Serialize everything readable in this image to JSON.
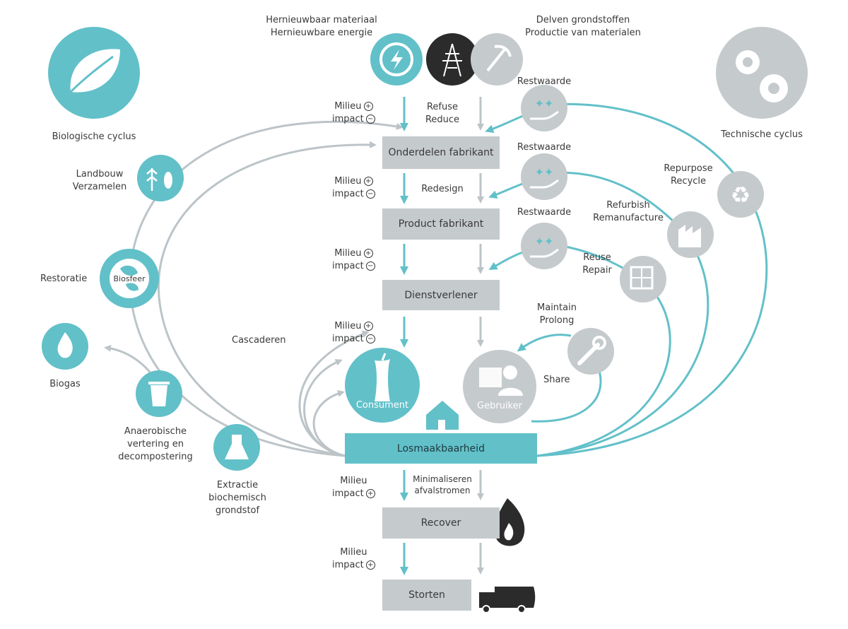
{
  "top": {
    "renewable": [
      "Hernieuwbaar materiaal",
      "Hernieuwbare energie"
    ],
    "extraction": [
      "Delven grondstoffen",
      "Productie van materialen"
    ]
  },
  "cycles": {
    "biological": "Biologische cyclus",
    "technical": "Technische cyclus"
  },
  "chain": {
    "onderdelen": "Onderdelen fabrikant",
    "product": "Product fabrikant",
    "dienst": "Dienstverlener",
    "losmaak": "Losmaakbaarheid",
    "recover": "Recover",
    "storten": "Storten"
  },
  "milieu": [
    "Milieu",
    "impact"
  ],
  "signs": {
    "plus": "+",
    "minus": "−"
  },
  "strategies": {
    "refuse": [
      "Refuse",
      "Reduce"
    ],
    "redesign": "Redesign",
    "minimaliseren": [
      "Minimaliseren",
      "afvalstromen"
    ]
  },
  "technical": {
    "restwaarde": "Restwaarde",
    "repurpose": [
      "Repurpose",
      "Recycle"
    ],
    "refurbish": [
      "Refurbish",
      "Remanufacture"
    ],
    "reuse": [
      "Reuse",
      "Repair"
    ],
    "maintain": [
      "Maintain",
      "Prolong"
    ],
    "share": "Share",
    "gebruiker": "Gebruiker"
  },
  "biological": {
    "landbouw": [
      "Landbouw",
      "Verzamelen"
    ],
    "restoratie": "Restoratie",
    "biosfeer": "Biosfeer",
    "biogas": "Biogas",
    "anaerobisch": [
      "Anaerobische",
      "vertering en",
      "decompostering"
    ],
    "extractie": [
      "Extractie",
      "biochemisch",
      "grondstof"
    ],
    "cascaderen": "Cascaderen",
    "consument": "Consument"
  },
  "colors": {
    "teal": "#62c0c9",
    "grey": "#c5cacd",
    "darkgrey": "#2b2b2b",
    "line_grey": "#bcc4c8"
  },
  "icons": {
    "leaf": "leaf-icon",
    "gears": "gears-icon",
    "renewable": "renewable-energy-icon",
    "pylon": "power-pylon-icon",
    "pickaxe": "pickaxe-icon",
    "hand": "hand-sparkle-icon",
    "recycle": "recycle-icon",
    "factory": "factory-icon",
    "solar": "solar-panel-icon",
    "wrench": "wrench-icon",
    "wheat": "wheat-fish-icon",
    "globe": "globe-icon",
    "flame": "flame-icon",
    "bin": "compost-bin-icon",
    "flask": "flask-icon",
    "apple": "apple-core-icon",
    "house": "house-icon",
    "truck": "garbage-truck-icon"
  }
}
